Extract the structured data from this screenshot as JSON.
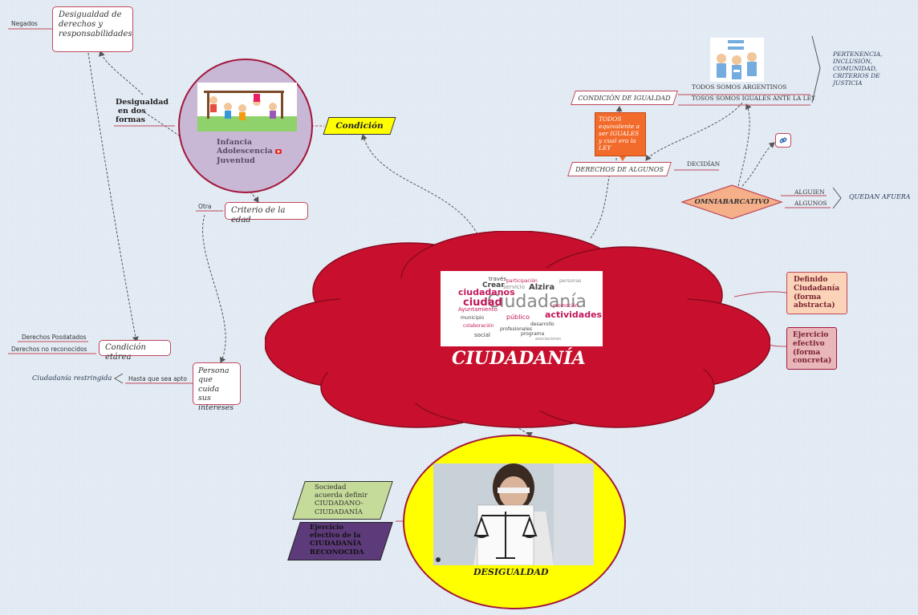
{
  "central": {
    "title": "CIUDADANÍA",
    "wordcloud": [
      "Ciudadanía",
      "ciudadanos",
      "ciudad",
      "actividades",
      "Alzira",
      "Crear",
      "través",
      "servicio",
      "público",
      "participación",
      "Ayuntamiento",
      "municipio",
      "promoción",
      "social",
      "profesionales",
      "colaboración",
      "personas",
      "desarrollo",
      "programa",
      "asociaciones"
    ]
  },
  "infancia": {
    "text": "Infancia Adolescencia Juventud",
    "line1": "Infancia",
    "line2": "Adolescencia",
    "line3": "Juventud",
    "video_icon": "youtube-icon"
  },
  "desigualdad_box": {
    "l1": "Desigualdad de",
    "l2": "derechos y",
    "l3": "responsabilidades"
  },
  "negados": "Negados",
  "desigualdad_formas": {
    "l1": "Desigualdad",
    "l2": "en dos",
    "l3": "formas"
  },
  "condicion": "Condición",
  "criterio": "Criterio de la edad",
  "otra": "Otra",
  "condicion_etarea": "Condición etárea",
  "derechos_posdatados": "Derechos Posdatados",
  "derechos_no_reconocidos": "Derechos no reconocidos",
  "persona": {
    "l1": "Persona",
    "l2": "que cuida",
    "l3": "sus",
    "l4": "intereses"
  },
  "hasta_que": "Hasta que sea apto",
  "ciudadania_restringida": "Ciudadanía restringida",
  "condicion_igualdad": "CONDICIÓN DE IGUALDAD",
  "todos_argentinos": "TODOS SOMOS ARGENTINOS",
  "tosos_iguales": "TOSOS SOMOS IGUALES ANTE LA LEY",
  "pertenencia": {
    "l1": "PERTENENCIA,",
    "l2": "INCLUSIÓN,",
    "l3": "COMUNIDAD,",
    "l4": "CRITERIOS DE",
    "l5": "JUSTICIA"
  },
  "callout": {
    "l1": "TODOS",
    "l2": "equivalente a",
    "l3": "ser IGUALES",
    "l4": "y cual era la",
    "l5": "LEY"
  },
  "derechos_algunos": "DERECHOS DE ALGUNOS",
  "decidian": "DECIDÍAN",
  "link_icon": "link-icon",
  "omniabarcativo": "OMNIABARCATIVO",
  "alguien": "ALGUIEN",
  "algunos": "ALGUNOS",
  "quedan_afuera": "QUEDAN AFUERA",
  "definido": {
    "l1": "Definido",
    "l2": "Ciudadanía",
    "l3": "(forma",
    "l4": "abstracta)"
  },
  "ejercicio_efectivo": {
    "l1": "Ejercicio",
    "l2": "efectivo",
    "l3": "(forma",
    "l4": "concreta)"
  },
  "desigualdad_title": "DESIGUALDAD",
  "sociedad": {
    "l1": "Sociedad",
    "l2": "acuerda definir",
    "l3": "CIUDADANO-",
    "l4": "CIUDADANÍA"
  },
  "ejercicio_reconocida": {
    "l1": "Ejercicio",
    "l2": "efectivo de la",
    "l3": "CIUDADANÍA",
    "l4": "RECONOCIDA"
  },
  "colors": {
    "cloud": "#c8102e",
    "circle_purple": "#c9b7d6",
    "circle_border": "#a2173a",
    "yellow": "#ffff00",
    "omni": "#f5b08a",
    "callout": "#f26b2a"
  }
}
